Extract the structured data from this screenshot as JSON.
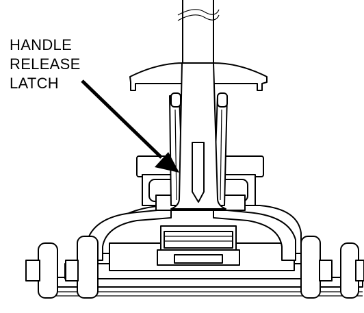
{
  "callout": {
    "lines": [
      "HANDLE",
      "RELEASE",
      "LATCH"
    ]
  }
}
